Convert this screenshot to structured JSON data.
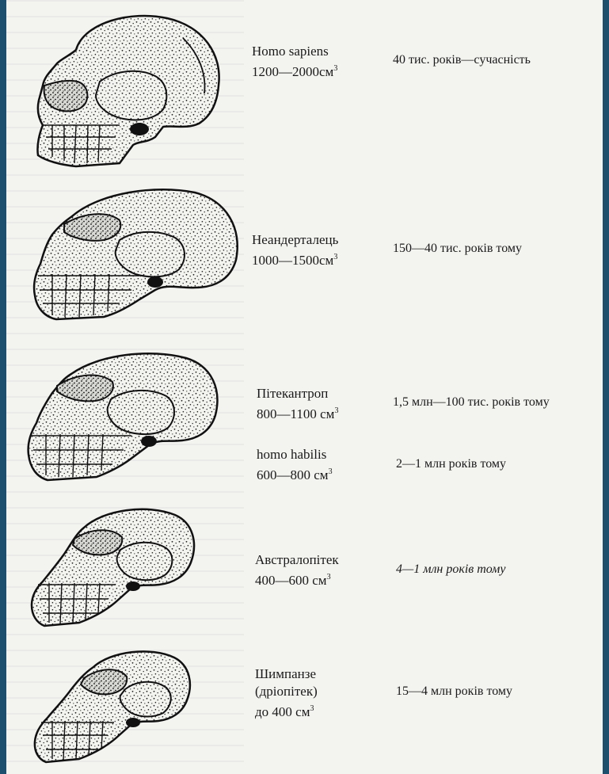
{
  "figure": {
    "rows": [
      {
        "name": "Homo sapiens",
        "volume": "1200—2000см",
        "volume_sup": "3",
        "date": "40 тис. років—сучасність",
        "skull_icon": "homo-sapiens-skull"
      },
      {
        "name": "Неандерталець",
        "volume": "1000—1500см",
        "volume_sup": "3",
        "date": "150—40 тис. років тому",
        "skull_icon": "neanderthal-skull"
      },
      {
        "name": "Пітекантроп",
        "volume": "800—1100 см",
        "volume_sup": "3",
        "date": "1,5 млн—100 тис. років тому",
        "skull_icon": "pithecanthropus-skull"
      },
      {
        "name": "homo habilis",
        "volume": "600—800 см",
        "volume_sup": "3",
        "date": "2—1 млн років тому"
      },
      {
        "name": "Австралопітек",
        "volume": "400—600 см",
        "volume_sup": "3",
        "date": "4—1 млн років тому",
        "skull_icon": "australopithecus-skull"
      },
      {
        "name_line1": "Шимпанзе",
        "name_line2": "(дріопітек)",
        "volume": "до 400  см",
        "volume_sup": "3",
        "date": "15—4 млн років тому",
        "skull_icon": "chimpanzee-skull"
      }
    ]
  },
  "colors": {
    "frame": "#1c4f6e",
    "paper": "#f3f3f0",
    "ink": "#1a1a1a"
  }
}
